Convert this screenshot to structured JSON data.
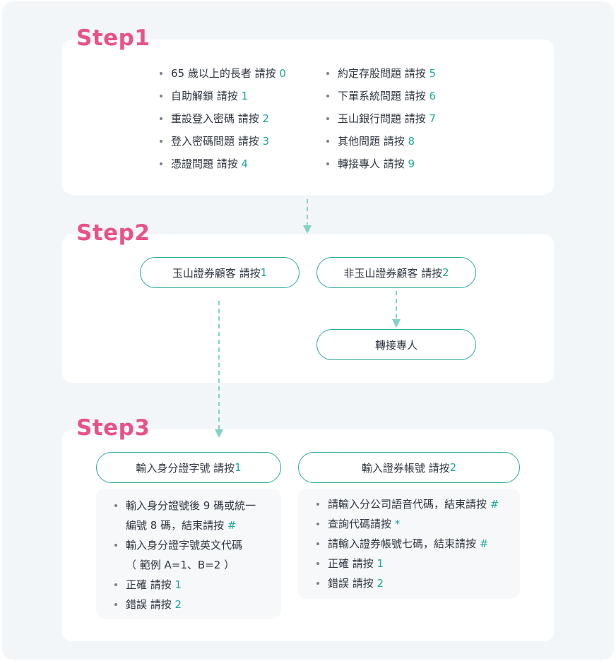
{
  "step1": {
    "title": "Step1",
    "left": [
      {
        "text": "65 歲以上的長者 請按 ",
        "key": "0"
      },
      {
        "text": "自助解鎖 請按 ",
        "key": "1"
      },
      {
        "text": "重設登入密碼 請按 ",
        "key": "2"
      },
      {
        "text": "登入密碼問題 請按 ",
        "key": "3"
      },
      {
        "text": "憑證問題 請按 ",
        "key": "4"
      }
    ],
    "right": [
      {
        "text": "約定存股問題 請按 ",
        "key": "5"
      },
      {
        "text": "下單系統問題 請按 ",
        "key": "6"
      },
      {
        "text": "玉山銀行問題 請按 ",
        "key": "7"
      },
      {
        "text": "其他問題 請按 ",
        "key": "8"
      },
      {
        "text": "轉接專人 請按 ",
        "key": "9"
      }
    ]
  },
  "step2": {
    "title": "Step2",
    "option1": {
      "text": "玉山證券顧客 請按 ",
      "key": "1"
    },
    "option2": {
      "text": "非玉山證券顧客 請按 ",
      "key": "2"
    },
    "transfer": "轉接專人"
  },
  "step3": {
    "title": "Step3",
    "option1": {
      "text": "輸入身分證字號 請按 ",
      "key": "1"
    },
    "option2": {
      "text": "輸入證券帳號 請按 ",
      "key": "2"
    },
    "left_list": {
      "i1a": "輸入身分證號後 9 碼或統一",
      "i1b": "編號 8 碼，結束請按 ",
      "i1key": "#",
      "i2a": "輸入身分證字號英文代碼",
      "i2b": "（ 範例 A=1、B=2 ）",
      "i3": "正確 請按 ",
      "i3key": "1",
      "i4": "錯誤 請按 ",
      "i4key": "2"
    },
    "right_list": {
      "i1": "請輸入分公司語音代碼，結束請按 ",
      "i1key": "#",
      "i2": "查詢代碼請按 ",
      "i2key": "*",
      "i3": "請輸入證券帳號七碼，結束請按 ",
      "i3key": "#",
      "i4": "正確 請按 ",
      "i4key": "1",
      "i5": "錯誤 請按 ",
      "i5key": "2"
    }
  },
  "colors": {
    "accent": "#e8528a",
    "teal": "#1fa89c",
    "arrow": "#7fd3c6"
  }
}
